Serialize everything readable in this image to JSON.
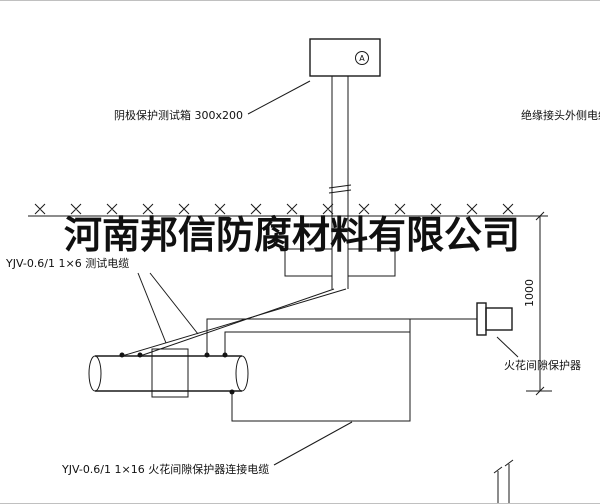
{
  "diagram": {
    "watermark": "河南邦信防腐材料有限公司",
    "test_box": {
      "label": "阴极保护测试箱 300x200",
      "device_letter": "A"
    },
    "cables": {
      "test_cable_label": "YJV-0.6/1 1×6  测试电缆",
      "outer_cable_label": "绝缘接头外侧电缆",
      "connection_cable_label": "YJV-0.6/1 1×16  火花间隙保护器连接电缆"
    },
    "spark_gap": {
      "label": "火花间隙保护器"
    },
    "dimension": {
      "depth": "1000"
    }
  },
  "colors": {
    "line": "#1a1a1a",
    "background": "#ffffff"
  }
}
